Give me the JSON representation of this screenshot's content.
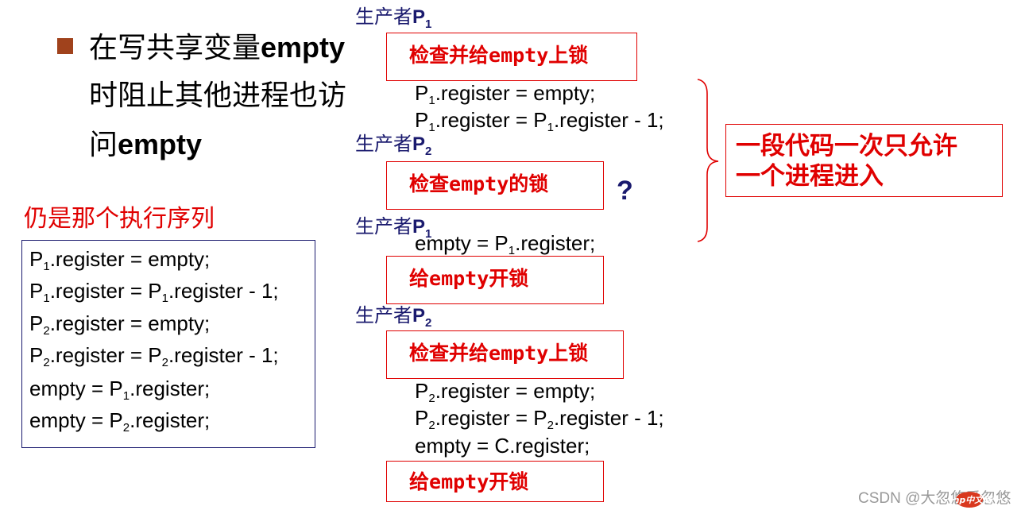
{
  "bullet": {
    "line1_pre": "在写共享变量",
    "line1_bold": "empty",
    "line2": "时阻止其他进程也访",
    "line3_pre": "问",
    "line3_bold": "empty"
  },
  "sequence": {
    "label": "仍是那个执行序列",
    "lines": [
      {
        "a": "P",
        "s1": "1",
        "b": ".register = empty;",
        "s2": "",
        "c": ""
      },
      {
        "a": "P",
        "s1": "1",
        "b": ".register = P",
        "s2": "1",
        "c": ".register - 1;"
      },
      {
        "a": "P",
        "s1": "2",
        "b": ".register = empty;",
        "s2": "",
        "c": ""
      },
      {
        "a": "P",
        "s1": "2",
        "b": ".register = P",
        "s2": "2",
        "c": ".register - 1;"
      },
      {
        "a": "empty = P",
        "s1": "1",
        "b": ".register;",
        "s2": "",
        "c": ""
      },
      {
        "a": "empty = P",
        "s1": "2",
        "b": ".register;",
        "s2": "",
        "c": ""
      }
    ]
  },
  "processes": [
    {
      "prefix": "生产者",
      "name": "P",
      "sub": "1"
    },
    {
      "prefix": "生产者",
      "name": "P",
      "sub": "2"
    },
    {
      "prefix": "生产者",
      "name": "P",
      "sub": "1"
    },
    {
      "prefix": "生产者",
      "name": "P",
      "sub": "2"
    }
  ],
  "lock_boxes": [
    {
      "pre": "检查并给",
      "mono": "empty",
      "post": "上锁"
    },
    {
      "pre": "检查",
      "mono": "empty",
      "post": "的锁"
    },
    {
      "pre": "给",
      "mono": "empty",
      "post": "开锁"
    },
    {
      "pre": "检查并给",
      "mono": "empty",
      "post": "上锁"
    },
    {
      "pre": "给",
      "mono": "empty",
      "post": "开锁"
    }
  ],
  "code": [
    {
      "a": "P",
      "s1": "1",
      "b": ".register = empty;",
      "s2": "",
      "c": ""
    },
    {
      "a": "P",
      "s1": "1",
      "b": ".register = P",
      "s2": "1",
      "c": ".register - 1;"
    },
    {
      "a": "empty = P",
      "s1": "1",
      "b": ".register;",
      "s2": "",
      "c": ""
    },
    {
      "a": "P",
      "s1": "2",
      "b": ".register = empty;",
      "s2": "",
      "c": ""
    },
    {
      "a": "P",
      "s1": "2",
      "b": ".register = P",
      "s2": "2",
      "c": ".register - 1;"
    },
    {
      "a": "empty = C.register;",
      "s1": "",
      "b": "",
      "s2": "",
      "c": ""
    }
  ],
  "question_mark": "?",
  "note": {
    "line1": "一段代码一次只允许",
    "line2": "一个进程进入"
  },
  "watermark": {
    "text": "CSDN @大忽悠爱忽悠",
    "logo": "php中文网"
  },
  "colors": {
    "red": "#e00000",
    "navy": "#1a1a6e",
    "bullet": "#a0421c"
  }
}
